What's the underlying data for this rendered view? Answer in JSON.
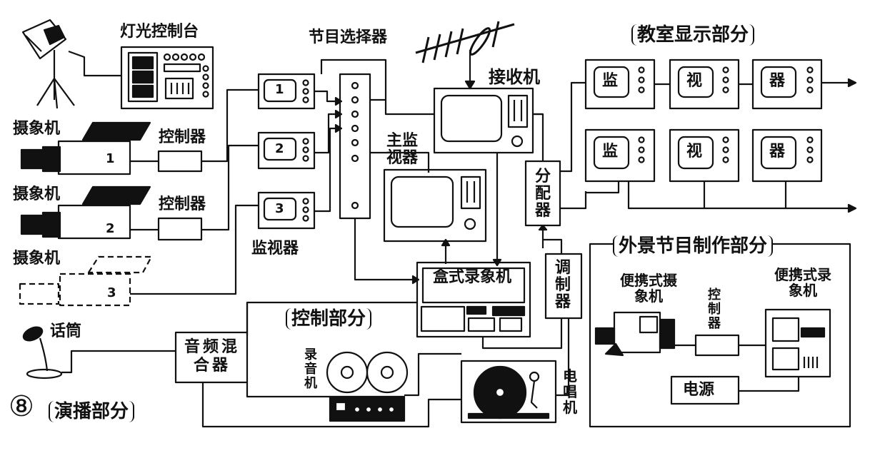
{
  "labels": {
    "lighting_console": "灯光控制台",
    "program_selector": "节目选择器",
    "receiver": "接收机",
    "camera1": "摄象机",
    "camera2": "摄象机",
    "camera3": "摄象机",
    "controller1": "控制器",
    "controller2": "控制器",
    "monitors": "监视器",
    "main_monitor": "主监视器",
    "distributor": "分配器",
    "modulator": "调制器",
    "cassette_vcr": "盒式录象机",
    "microphone": "话筒",
    "audio_mixer": "音频混合器",
    "tape_recorder": "录音机",
    "record_player": "电唱机",
    "portable_camera": "便携式摄象机",
    "field_controller": "控制器",
    "portable_vcr": "便携式录象机",
    "power_supply": "电源",
    "monitor_chars": [
      "监",
      "视",
      "器"
    ],
    "monitor_numbers": [
      "1",
      "2",
      "3"
    ],
    "camera_numbers": [
      "1",
      "2",
      "3"
    ]
  },
  "sections": {
    "classroom": "教室显示部分",
    "field": "外景节目制作部分",
    "control": "控制部分",
    "studio": "演播部分"
  },
  "figure_number": "⑧"
}
